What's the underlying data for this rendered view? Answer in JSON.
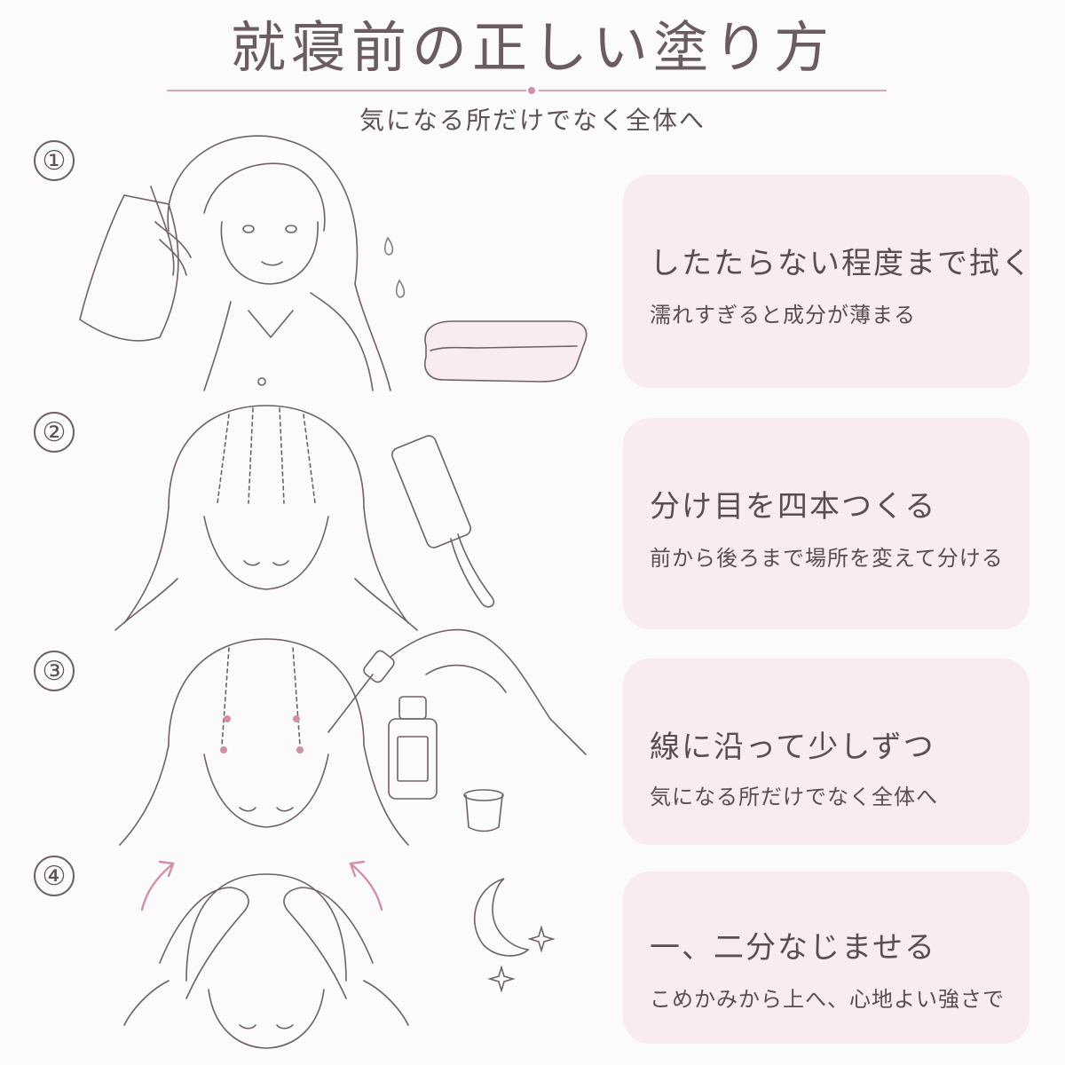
{
  "title": "就寝前の正しい塗り方",
  "subtitle": "気になる所だけでなく全体へ",
  "colors": {
    "accent": "#d48ea6",
    "card": "#f8ecef",
    "ink": "#5a4d52"
  },
  "steps": [
    {
      "number": "①",
      "heading": "したたらない程度まで拭く",
      "sub": "濡れすぎると成分が薄まる"
    },
    {
      "number": "②",
      "heading": "分け目を四本つくる",
      "sub": "前から後ろまで場所を変えて分ける"
    },
    {
      "number": "③",
      "heading": "線に沿って少しずつ",
      "sub": "気になる所だけでなく全体へ"
    },
    {
      "number": "④",
      "heading": "一、二分なじませる",
      "sub": "こめかみから上へ、心地よい強さで"
    }
  ],
  "illustrations": [
    {
      "name": "towel-drying-illustration",
      "icons": [
        "woman-with-towel-icon",
        "water-drops-icon",
        "folded-towel-icon"
      ]
    },
    {
      "name": "hair-parting-illustration",
      "icons": [
        "parted-hair-head-icon",
        "comb-icon"
      ]
    },
    {
      "name": "applying-serum-illustration",
      "icons": [
        "head-with-application-dots-icon",
        "dropper-hand-icon",
        "serum-bottle-icon",
        "cap-icon"
      ]
    },
    {
      "name": "scalp-massage-illustration",
      "icons": [
        "massaging-hands-icon",
        "up-arrows-icon",
        "crescent-moon-icon",
        "sparkle-icon"
      ]
    }
  ]
}
